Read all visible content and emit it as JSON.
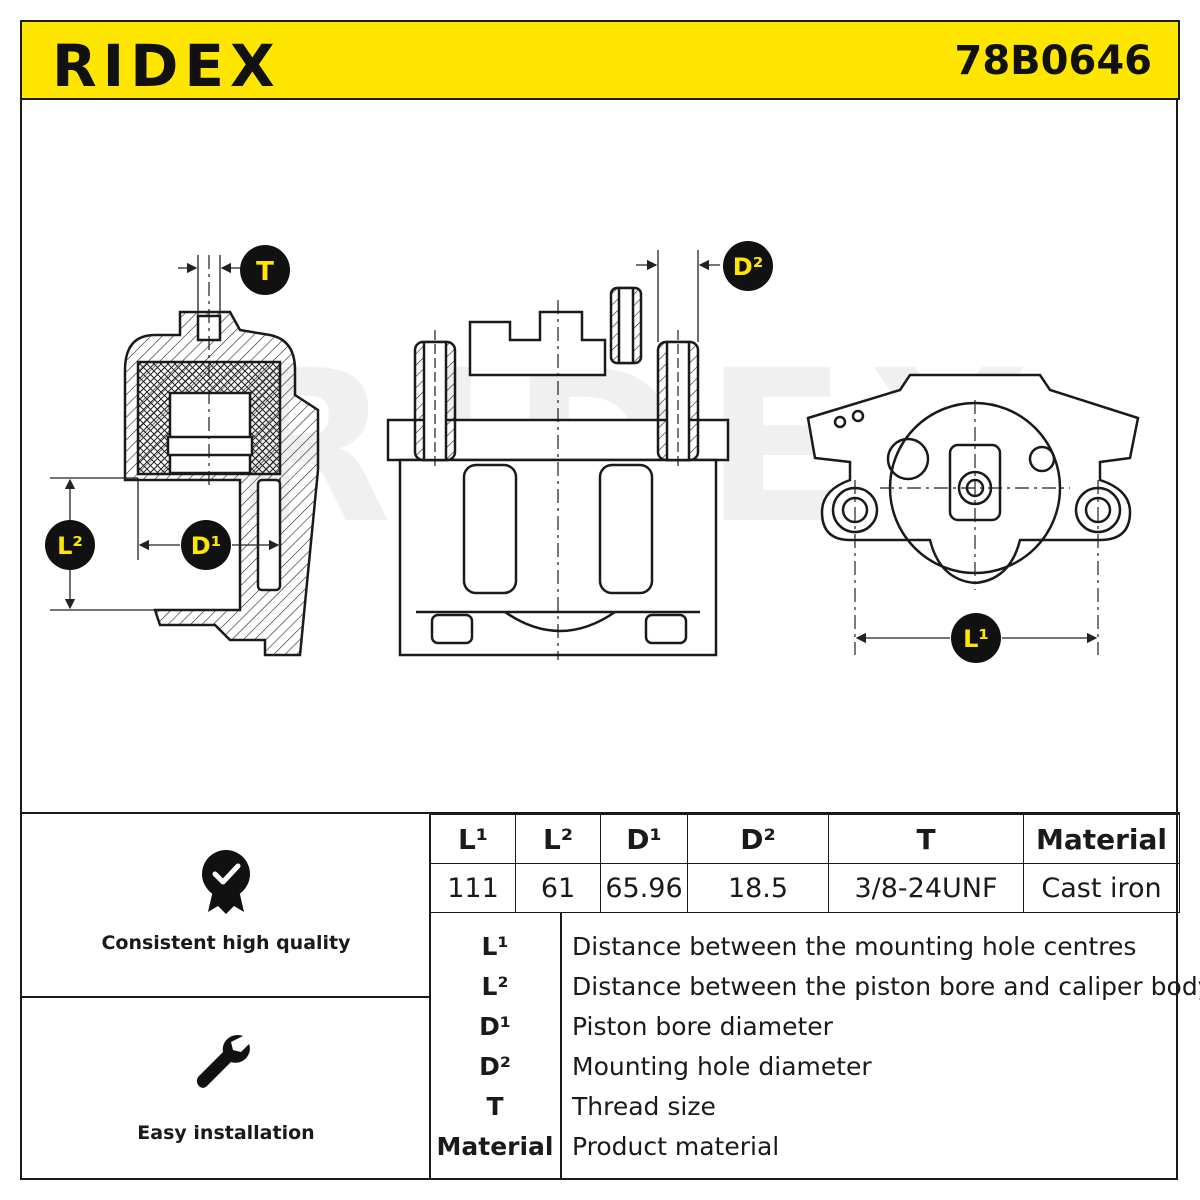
{
  "header": {
    "brand": "RIDEX",
    "part_number": "78B0646",
    "accent_color": "#ffe600"
  },
  "diagram": {
    "watermark": "RIDEX",
    "labels": {
      "T": "T",
      "D2": "D²",
      "L2": "L²",
      "D1": "D¹",
      "L1": "L¹"
    }
  },
  "features": [
    {
      "icon": "quality-badge-icon",
      "label": "Consistent high quality"
    },
    {
      "icon": "wrench-icon",
      "label": "Easy installation"
    }
  ],
  "spec_table": {
    "headers": [
      "L¹",
      "L²",
      "D¹",
      "D²",
      "T",
      "Material"
    ],
    "values": [
      "111",
      "61",
      "65.96",
      "18.5",
      "3/8-24UNF",
      "Cast iron"
    ]
  },
  "legend": [
    {
      "symbol": "L¹",
      "description": "Distance between the mounting hole centres"
    },
    {
      "symbol": "L²",
      "description": "Distance between the piston bore and caliper body"
    },
    {
      "symbol": "D¹",
      "description": "Piston bore diameter"
    },
    {
      "symbol": "D²",
      "description": "Mounting hole diameter"
    },
    {
      "symbol": "T",
      "description": "Thread size"
    },
    {
      "symbol": "Material",
      "description": "Product material"
    }
  ]
}
